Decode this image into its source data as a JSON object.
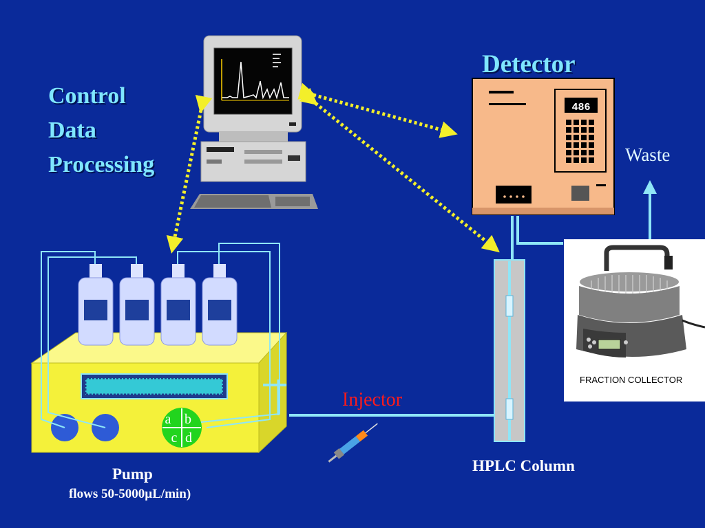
{
  "labels": {
    "control": [
      "Control",
      "Data",
      "Processing"
    ],
    "detector": "Detector",
    "waste": "Waste",
    "injector": "Injector",
    "hplc_column": "HPLC Column",
    "pump": "Pump",
    "pump_flow": "flows 50-5000µL/min)",
    "fraction_collector": "FRACTION COLLECTOR",
    "detector_display": "486",
    "valve_ports": [
      "a",
      "b",
      "c",
      "d"
    ]
  },
  "colors": {
    "background": "#0a2a9a",
    "tubing": "#8fe6f7",
    "pump_body": "#f4f13a",
    "detector_body": "#f7b98a",
    "link_arrows": "#f3ef2a",
    "injector_text": "#ff1b1b",
    "label_text": "#7fe6ff"
  },
  "icons": [
    "computer-icon",
    "syringe-icon",
    "fraction-collector-icon",
    "solvent-bottle-icon"
  ]
}
